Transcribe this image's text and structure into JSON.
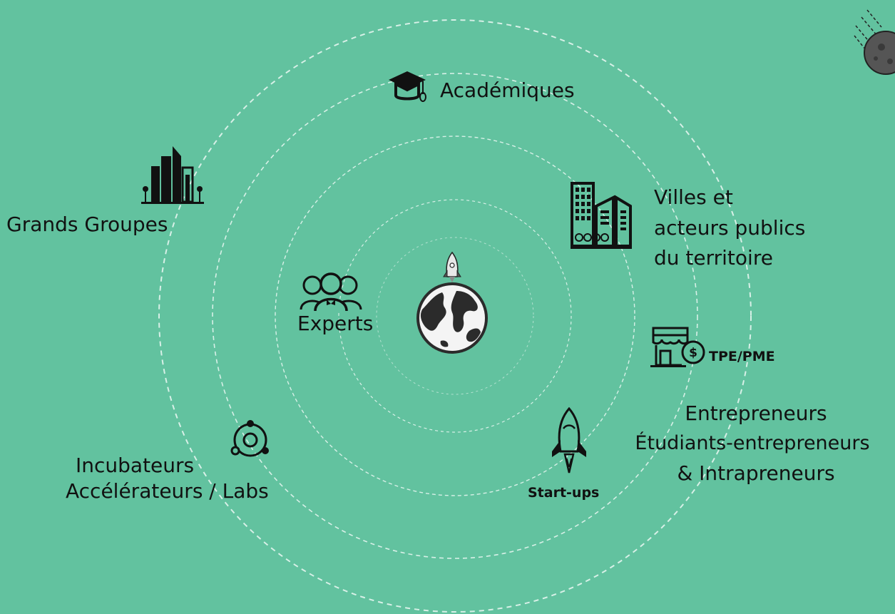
{
  "background_color": "#62c29f",
  "labels": {
    "academiques": "Académiques",
    "grands_groupes": "Grands Groupes",
    "villes_line1": "Villes et",
    "villes_line2": "acteurs publics",
    "villes_line3": "du territoire",
    "experts": "Experts",
    "tpe_pme": "TPE/PME",
    "entrepreneurs_line1": "Entrepreneurs",
    "entrepreneurs_line2": "Étudiants-entrepreneurs",
    "entrepreneurs_line3": "& Intrapreneurs",
    "incubateurs_line1": "Incubateurs",
    "incubateurs_line2": "Accélérateurs / Labs",
    "startups": "Start-ups"
  },
  "icons": {
    "center": "globe-with-rocket-icon",
    "academiques": "graduation-cap-icon",
    "grands_groupes": "skyscrapers-icon",
    "villes": "city-buildings-icon",
    "experts": "people-group-icon",
    "tpe_pme": "shop-dollar-icon",
    "incubateurs": "orbit-nodes-icon",
    "startups": "rocket-icon",
    "meteor": "meteor-icon"
  }
}
